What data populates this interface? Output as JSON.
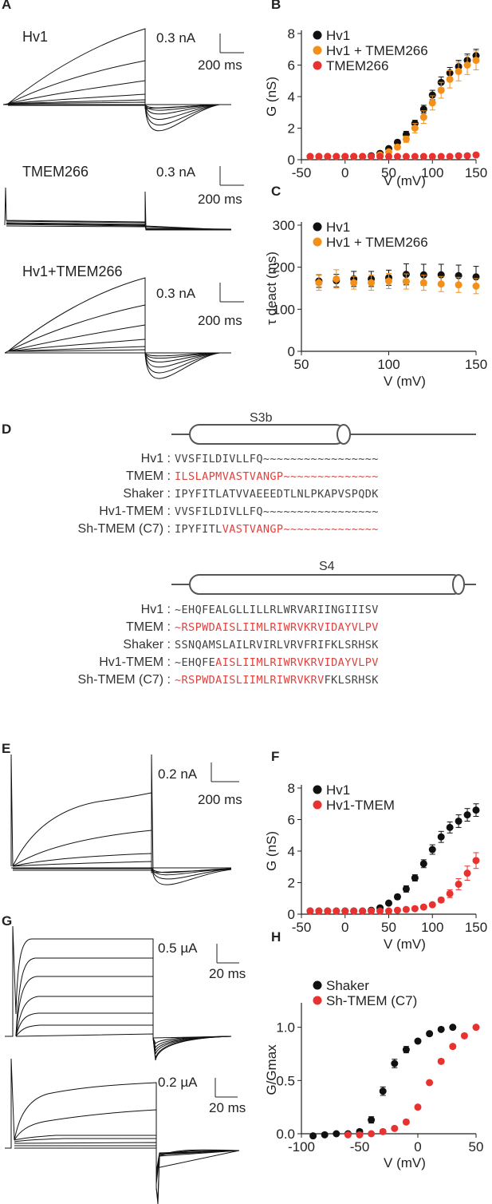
{
  "panels": {
    "A": "A",
    "B": "B",
    "C": "C",
    "D": "D",
    "E": "E",
    "F": "F",
    "G": "G",
    "H": "H"
  },
  "traces": {
    "A1": {
      "label": "Hv1",
      "scale_current": "0.3 nA",
      "scale_time": "200 ms"
    },
    "A2": {
      "label": "TMEM266",
      "scale_current": "0.3 nA",
      "scale_time": "200 ms"
    },
    "A3": {
      "label": "Hv1+TMEM266",
      "scale_current": "0.3 nA",
      "scale_time": "200 ms"
    },
    "E": {
      "scale_current": "0.2 nA",
      "scale_time": "200 ms"
    },
    "G1": {
      "scale_current": "0.5 µA",
      "scale_time": "20 ms"
    },
    "G2": {
      "scale_current": "0.2 µA",
      "scale_time": "20 ms"
    }
  },
  "colors": {
    "black": "#111111",
    "orange": "#f39019",
    "red": "#e8322f",
    "seq_red": "#e0433f"
  },
  "alignment": {
    "s3b": {
      "segment_label": "S3b",
      "rows": [
        {
          "name": "Hv1 :",
          "parts": [
            {
              "t": "VVSFILDIVLLFQ~~~~~~~~~~~~~~~~~",
              "c": "gray"
            }
          ]
        },
        {
          "name": "TMEM :",
          "parts": [
            {
              "t": "ILSLAPMVASTVANGP~~~~~~~~~~~~~~",
              "c": "red"
            }
          ]
        },
        {
          "name": "Shaker :",
          "parts": [
            {
              "t": "IPYFITLATVVAEEEDTLNLPKAPVSPQDK",
              "c": "gray"
            }
          ]
        },
        {
          "name": "Hv1-TMEM :",
          "parts": [
            {
              "t": "VVSFILDIVLLFQ~~~~~~~~~~~~~~~~~",
              "c": "gray"
            }
          ]
        },
        {
          "name": "Sh-TMEM (C7) :",
          "parts": [
            {
              "t": "IPYFITL",
              "c": "gray"
            },
            {
              "t": "VASTVANGP~~~~~~~~~~~~~~",
              "c": "red"
            }
          ]
        }
      ]
    },
    "s4": {
      "segment_label": "S4",
      "rows": [
        {
          "name": "Hv1 :",
          "parts": [
            {
              "t": "~EHQFEALGLLILLRLWRVARIINGIIISV",
              "c": "gray"
            }
          ]
        },
        {
          "name": "TMEM :",
          "parts": [
            {
              "t": "~RSPWDAISLIIMLRIWRVKRVIDAYVLPV",
              "c": "red"
            }
          ]
        },
        {
          "name": "Shaker :",
          "parts": [
            {
              "t": "SSNQAMSLAILRVIRLVRVFRIFKLSRHSK",
              "c": "gray"
            }
          ]
        },
        {
          "name": "Hv1-TMEM :",
          "parts": [
            {
              "t": "~EHQFE",
              "c": "gray"
            },
            {
              "t": "AISLIIMLRIWRVKRVIDAYVLPV",
              "c": "red"
            }
          ]
        },
        {
          "name": "Sh-TMEM (C7) :",
          "parts": [
            {
              "t": "~RSPWDAISLIIMLRIWRVKRV",
              "c": "red"
            },
            {
              "t": "FKLSRHSK",
              "c": "gray"
            }
          ]
        }
      ]
    }
  },
  "chart_data": [
    {
      "id": "B",
      "type": "scatter",
      "xlabel": "V (mV)",
      "ylabel": "G (nS)",
      "xlim": [
        -50,
        150
      ],
      "ylim": [
        0,
        8
      ],
      "xticks": [
        -50,
        0,
        50,
        100,
        150
      ],
      "yticks": [
        0,
        2,
        4,
        6,
        8
      ],
      "legend": "top-left",
      "series": [
        {
          "name": "Hv1",
          "color": "black",
          "x": [
            -40,
            -30,
            -20,
            -10,
            0,
            10,
            20,
            30,
            40,
            50,
            60,
            70,
            80,
            90,
            100,
            110,
            120,
            130,
            140,
            150
          ],
          "y": [
            0.2,
            0.2,
            0.2,
            0.2,
            0.2,
            0.2,
            0.2,
            0.25,
            0.4,
            0.7,
            1.1,
            1.6,
            2.3,
            3.2,
            4.1,
            4.9,
            5.5,
            5.9,
            6.3,
            6.6
          ],
          "err": [
            0,
            0,
            0,
            0,
            0,
            0,
            0,
            0.05,
            0.08,
            0.1,
            0.15,
            0.2,
            0.2,
            0.25,
            0.3,
            0.35,
            0.35,
            0.4,
            0.4,
            0.4
          ]
        },
        {
          "name": "Hv1 + TMEM266",
          "color": "orange",
          "x": [
            -40,
            -30,
            -20,
            -10,
            0,
            10,
            20,
            30,
            40,
            50,
            60,
            70,
            80,
            90,
            100,
            110,
            120,
            130,
            140,
            150
          ],
          "y": [
            0.2,
            0.2,
            0.2,
            0.2,
            0.2,
            0.2,
            0.2,
            0.2,
            0.3,
            0.5,
            0.8,
            1.3,
            2.0,
            2.7,
            3.6,
            4.4,
            5.1,
            5.6,
            6.0,
            6.3
          ],
          "err": [
            0,
            0,
            0,
            0,
            0,
            0,
            0,
            0.05,
            0.08,
            0.1,
            0.15,
            0.2,
            0.3,
            0.4,
            0.45,
            0.5,
            0.55,
            0.6,
            0.6,
            0.6
          ]
        },
        {
          "name": "TMEM266",
          "color": "red",
          "x": [
            -40,
            -30,
            -20,
            -10,
            0,
            10,
            20,
            30,
            40,
            50,
            60,
            70,
            80,
            90,
            100,
            110,
            120,
            130,
            140,
            150
          ],
          "y": [
            0.2,
            0.2,
            0.2,
            0.2,
            0.2,
            0.2,
            0.2,
            0.2,
            0.2,
            0.2,
            0.2,
            0.2,
            0.2,
            0.2,
            0.2,
            0.2,
            0.2,
            0.25,
            0.25,
            0.3
          ],
          "err": [
            0,
            0,
            0,
            0,
            0,
            0,
            0,
            0,
            0,
            0,
            0,
            0,
            0,
            0,
            0,
            0,
            0,
            0,
            0,
            0
          ]
        }
      ]
    },
    {
      "id": "C",
      "type": "scatter",
      "xlabel": "V (mV)",
      "ylabel": "τ deact (ms)",
      "xlim": [
        50,
        150
      ],
      "ylim": [
        0,
        300
      ],
      "xticks": [
        50,
        100,
        150
      ],
      "yticks": [
        0,
        100,
        200,
        300
      ],
      "legend": "top-left",
      "series": [
        {
          "name": "Hv1",
          "color": "black",
          "x": [
            60,
            70,
            80,
            90,
            100,
            110,
            120,
            130,
            140,
            150
          ],
          "y": [
            167,
            168,
            172,
            172,
            175,
            183,
            182,
            182,
            180,
            177
          ],
          "err": [
            15,
            15,
            18,
            18,
            18,
            25,
            25,
            25,
            25,
            25
          ]
        },
        {
          "name": "Hv1 + TMEM266",
          "color": "orange",
          "x": [
            60,
            70,
            80,
            90,
            100,
            110,
            120,
            130,
            140,
            150
          ],
          "y": [
            163,
            172,
            163,
            163,
            167,
            166,
            163,
            160,
            158,
            155
          ],
          "err": [
            18,
            22,
            15,
            18,
            18,
            18,
            18,
            18,
            18,
            18
          ]
        }
      ]
    },
    {
      "id": "F",
      "type": "scatter",
      "xlabel": "V (mV)",
      "ylabel": "G (nS)",
      "xlim": [
        -50,
        150
      ],
      "ylim": [
        0,
        8
      ],
      "xticks": [
        -50,
        0,
        50,
        100,
        150
      ],
      "yticks": [
        0,
        2,
        4,
        6,
        8
      ],
      "legend": "top-left",
      "series": [
        {
          "name": "Hv1",
          "color": "black",
          "x": [
            -40,
            -30,
            -20,
            -10,
            0,
            10,
            20,
            30,
            40,
            50,
            60,
            70,
            80,
            90,
            100,
            110,
            120,
            130,
            140,
            150
          ],
          "y": [
            0.2,
            0.2,
            0.2,
            0.2,
            0.2,
            0.2,
            0.2,
            0.25,
            0.4,
            0.7,
            1.1,
            1.6,
            2.3,
            3.2,
            4.1,
            4.9,
            5.5,
            5.9,
            6.3,
            6.6
          ],
          "err": [
            0,
            0,
            0,
            0,
            0,
            0,
            0,
            0.05,
            0.08,
            0.1,
            0.15,
            0.2,
            0.2,
            0.25,
            0.3,
            0.35,
            0.35,
            0.4,
            0.4,
            0.4
          ]
        },
        {
          "name": "Hv1-TMEM",
          "color": "red",
          "x": [
            -40,
            -30,
            -20,
            -10,
            0,
            10,
            20,
            30,
            40,
            50,
            60,
            70,
            80,
            90,
            100,
            110,
            120,
            130,
            140,
            150
          ],
          "y": [
            0.2,
            0.2,
            0.2,
            0.2,
            0.2,
            0.2,
            0.2,
            0.2,
            0.2,
            0.2,
            0.25,
            0.3,
            0.35,
            0.45,
            0.6,
            0.9,
            1.3,
            1.9,
            2.6,
            3.4
          ],
          "err": [
            0,
            0,
            0,
            0,
            0,
            0,
            0,
            0,
            0,
            0,
            0.05,
            0.05,
            0.05,
            0.08,
            0.1,
            0.15,
            0.25,
            0.35,
            0.45,
            0.5
          ]
        }
      ]
    },
    {
      "id": "H",
      "type": "scatter",
      "xlabel": "V (mV)",
      "ylabel": "G/Gmax",
      "xlim": [
        -100,
        50
      ],
      "ylim": [
        0,
        1.2
      ],
      "xticks": [
        -100,
        -50,
        0,
        50
      ],
      "yticks": [
        0.0,
        0.5,
        1.0
      ],
      "ytick_labels": [
        "0.0",
        "0.5",
        "1.0"
      ],
      "legend": "top-left",
      "series": [
        {
          "name": "Shaker",
          "color": "black",
          "x": [
            -90,
            -80,
            -70,
            -60,
            -50,
            -40,
            -30,
            -20,
            -10,
            0,
            10,
            20,
            30
          ],
          "y": [
            -0.02,
            -0.01,
            0.0,
            0.0,
            0.02,
            0.13,
            0.4,
            0.66,
            0.79,
            0.87,
            0.94,
            0.98,
            1.0
          ],
          "err": [
            0.01,
            0.01,
            0.01,
            0.01,
            0.02,
            0.03,
            0.04,
            0.04,
            0.03,
            0.02,
            0.02,
            0.01,
            0.01
          ]
        },
        {
          "name": "Sh-TMEM (C7)",
          "color": "red",
          "x": [
            -60,
            -50,
            -40,
            -30,
            -20,
            -10,
            0,
            10,
            20,
            30,
            40,
            50
          ],
          "y": [
            -0.01,
            -0.01,
            0.0,
            0.02,
            0.05,
            0.11,
            0.25,
            0.48,
            0.68,
            0.82,
            0.92,
            1.0
          ],
          "err": [
            0.01,
            0.01,
            0.01,
            0.01,
            0.01,
            0.02,
            0.02,
            0.02,
            0.02,
            0.02,
            0.02,
            0.01
          ]
        }
      ]
    }
  ]
}
